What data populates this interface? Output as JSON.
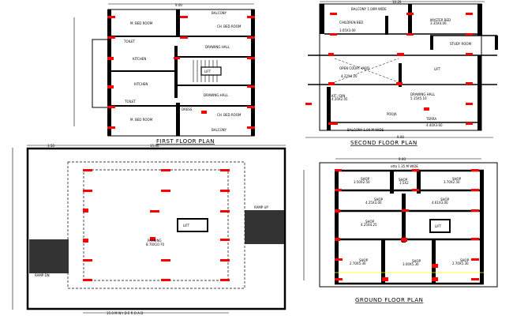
{
  "first_floor": {
    "title": "FIRST FLOOR PLAN",
    "width_dim": "9.00",
    "rooms": [
      "M. BED ROOM",
      "TOILET",
      "CH. BED ROOM",
      "BALCONY",
      "DRAWING HALL",
      "KITCHEN",
      "KITCHEN",
      "LIFT",
      "DRAWING HALL",
      "TOILET",
      "M. BED ROOM",
      "CH. BED ROOM",
      "BALCONY",
      "DRESS"
    ]
  },
  "second_floor": {
    "title": "SECOND  FLOOR PLAN",
    "width_dim_top": "10.20",
    "width_dim_bottom": "9.00",
    "rooms": [
      {
        "name": "BALCONY 1.00M WIDE",
        "size": ""
      },
      {
        "name": "CHILDREN BED",
        "size": "3.05X3.00"
      },
      {
        "name": "MASTER BED",
        "size": "3.35X4.00"
      },
      {
        "name": "STUDY ROOM",
        "size": ""
      },
      {
        "name": "OPEN COURT YARD",
        "size": "4.27X4.20"
      },
      {
        "name": "LIFT",
        "size": ""
      },
      {
        "name": "KIT / DIN",
        "size": "4.20X2.05"
      },
      {
        "name": "DRAWING HALL",
        "size": "5.15X5.10"
      },
      {
        "name": "TERRA",
        "size": "4.40X3.60"
      },
      {
        "name": "POOJA",
        "size": ""
      },
      {
        "name": "BALCONY 1.00 M WIDE",
        "size": ""
      }
    ]
  },
  "parking": {
    "dim_left": "3.50",
    "dim_top": "15.00",
    "area_label": "PARKING",
    "area_size": "8.70X10.70",
    "ramp_up": "RAMP UP",
    "ramp_down": "RAMP DN",
    "lift": "LIFT",
    "road": "15.0  M  W I D E  R O A D"
  },
  "ground_floor": {
    "title": "GROUND  FLOOR PLAN",
    "width_dim": "9.00",
    "top_label": "otto  1.35  M  WIDE",
    "rooms": [
      {
        "name": "SHOP",
        "size": "3.50X2.50"
      },
      {
        "name": "SHOP",
        "size": "1.5X2"
      },
      {
        "name": "SHOP",
        "size": "3.70X2.50"
      },
      {
        "name": "SHOP",
        "size": "4.25X3.00"
      },
      {
        "name": "SHOP",
        "size": "4.61X3.00"
      },
      {
        "name": "SHOP",
        "size": "4.25X4.25"
      },
      {
        "name": "LIFT",
        "size": ""
      },
      {
        "name": "SHOP",
        "size": "2.70X5.30"
      },
      {
        "name": "SHOP",
        "size": "3.00X5.30"
      },
      {
        "name": "SHOP",
        "size": "2.70X5.30"
      }
    ]
  },
  "colors": {
    "column": "#ff0000",
    "wall": "#000000",
    "dim_line": "#ffff00"
  }
}
